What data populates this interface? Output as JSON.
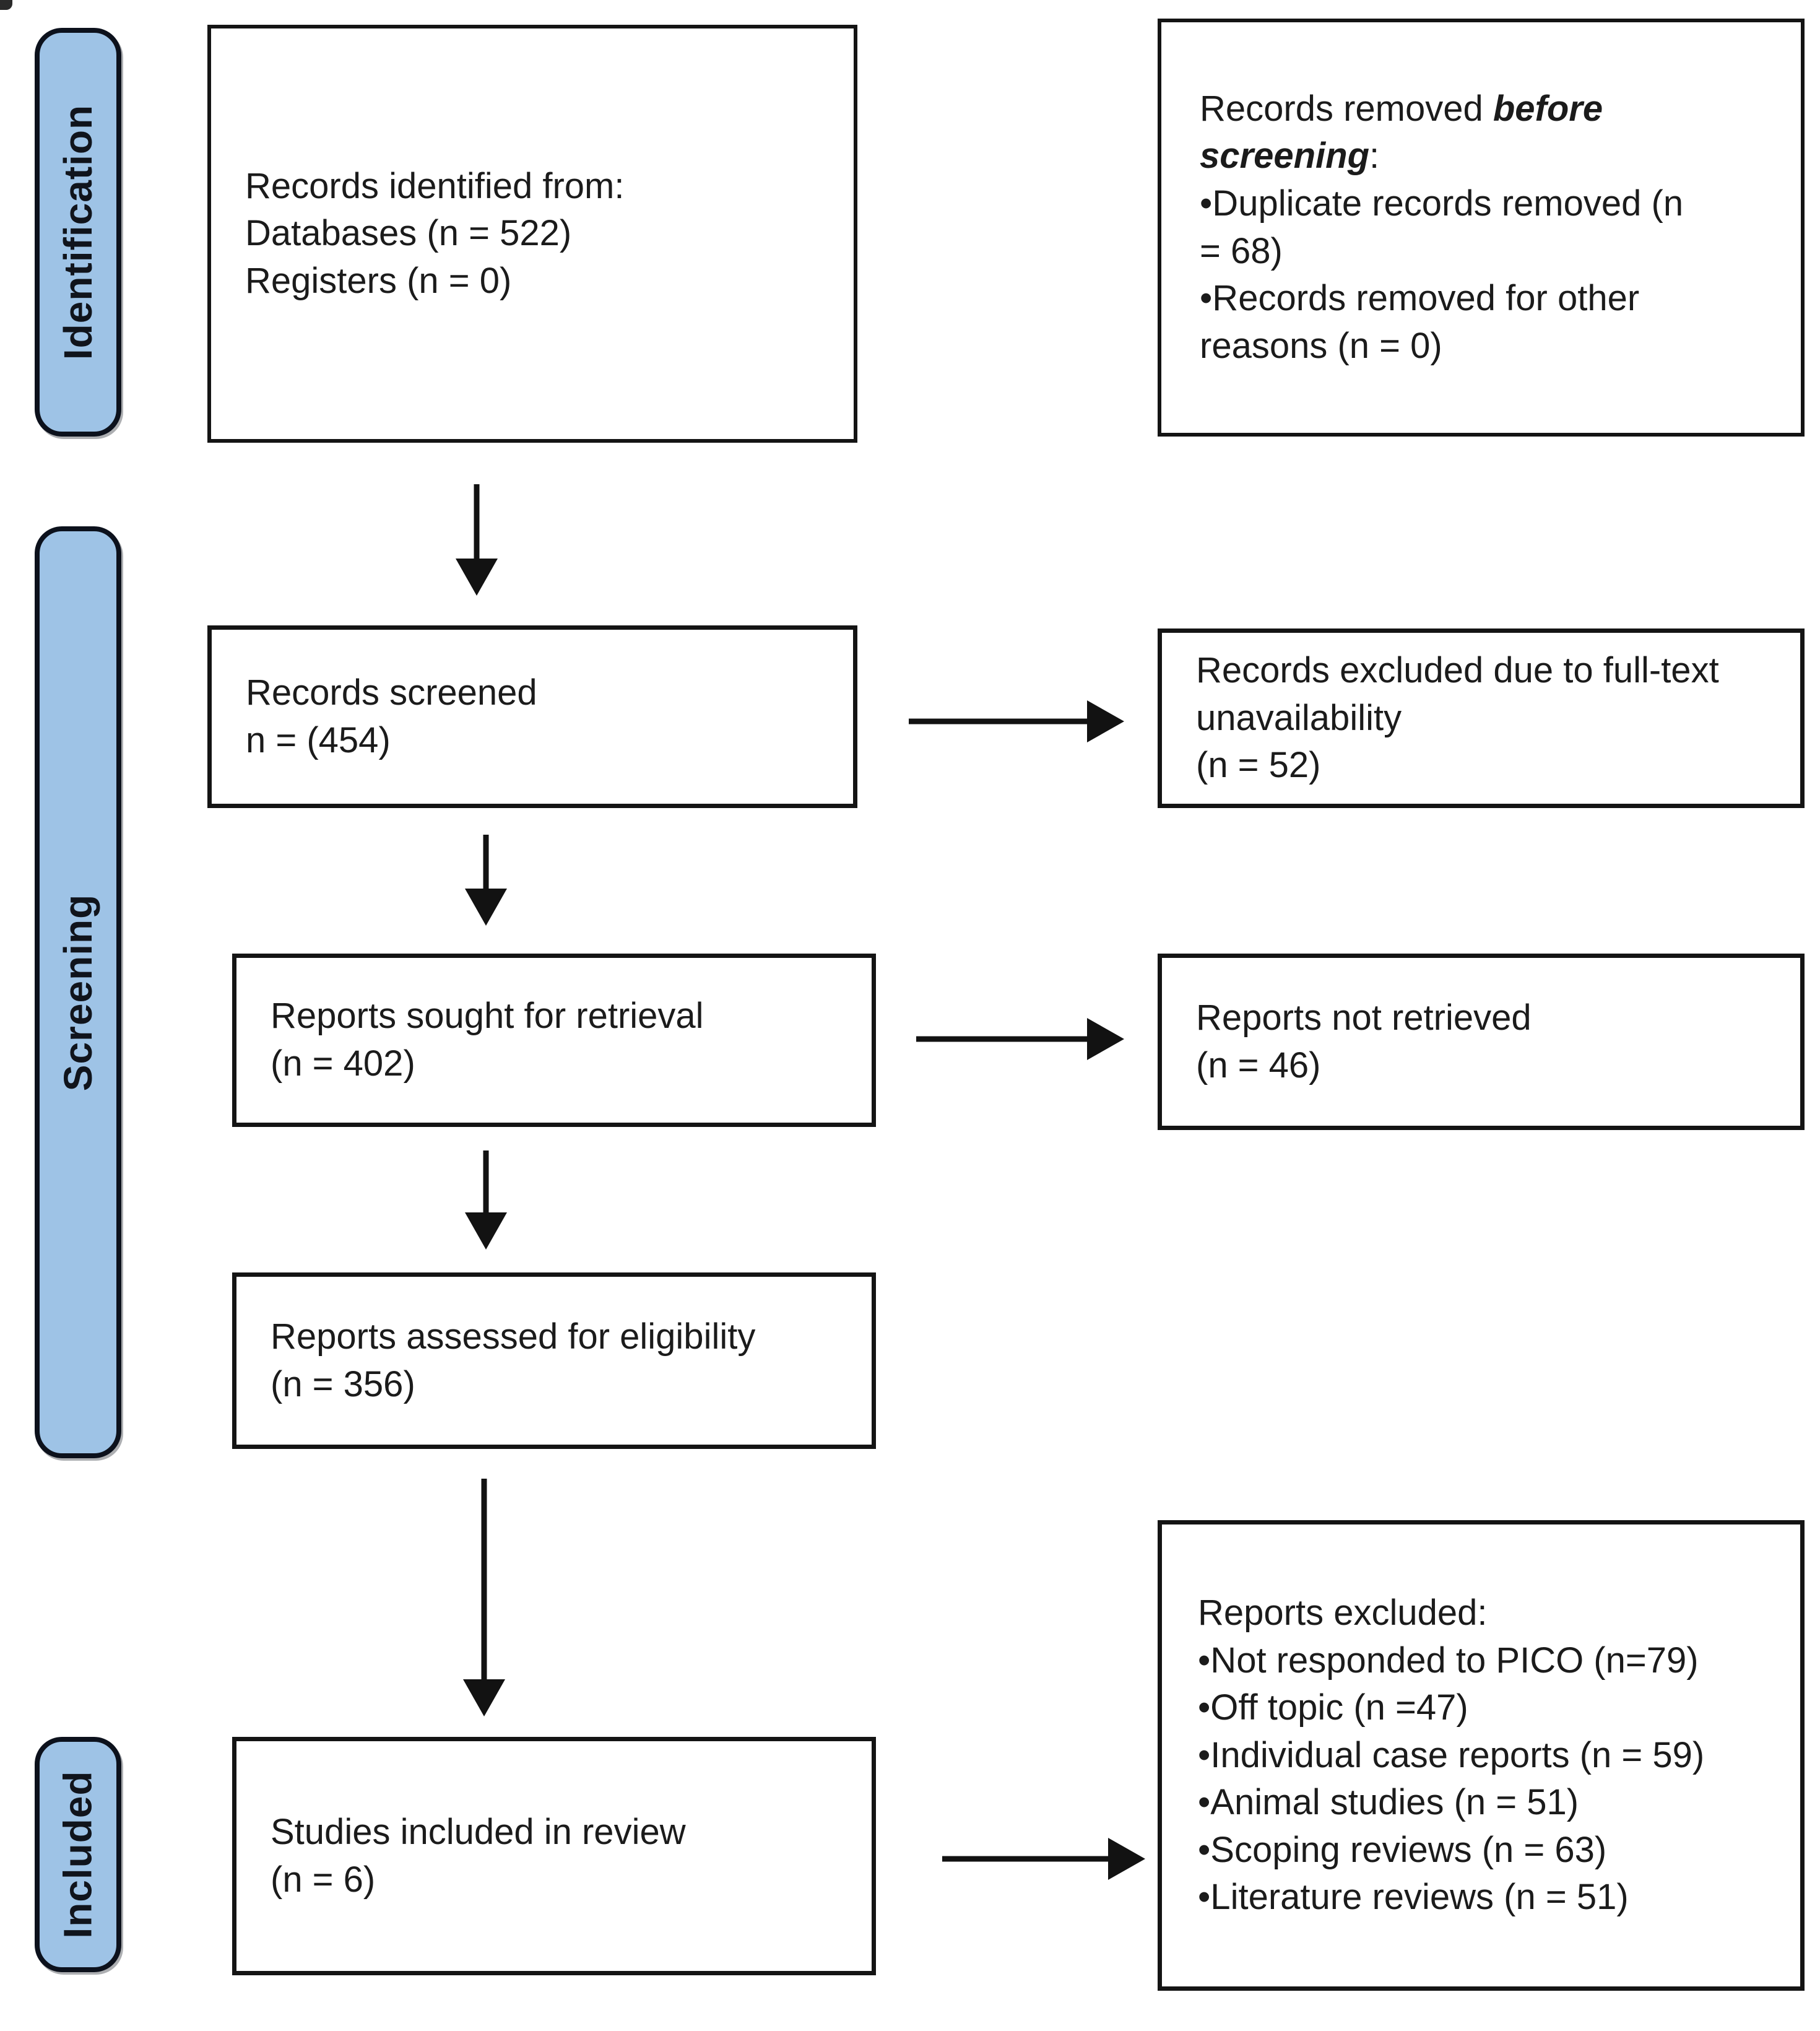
{
  "stages": {
    "identification": "Identification",
    "screening": "Screening",
    "included": "Included"
  },
  "boxes": {
    "identified": {
      "lines": [
        "Records identified from:",
        "Databases (n = 522)",
        "Registers (n = 0)"
      ]
    },
    "removed_before_screening": {
      "title_prefix": "Records removed ",
      "title_emphasis": "before screening",
      "title_suffix": ":",
      "items": [
        "Duplicate records removed (n = 68)",
        "Records removed for other reasons (n = 0)"
      ]
    },
    "screened": {
      "lines": [
        "Records screened",
        "n = (454)"
      ]
    },
    "excluded_fulltext": {
      "lines": [
        "Records excluded due to full-text unavailability",
        "(n = 52)"
      ]
    },
    "sought_retrieval": {
      "lines": [
        "Reports sought for retrieval",
        "(n = 402)"
      ]
    },
    "not_retrieved": {
      "lines": [
        "Reports not retrieved",
        "(n = 46)"
      ]
    },
    "assessed_eligibility": {
      "lines": [
        "Reports assessed for eligibility",
        "(n = 356)"
      ]
    },
    "included_review": {
      "lines": [
        "Studies included in review",
        "(n = 6)"
      ]
    },
    "reports_excluded": {
      "title": "Reports excluded:",
      "items": [
        "Not responded to PICO (n=79)",
        "Off topic (n =47)",
        "Individual case reports (n = 59)",
        "Animal studies (n = 51)",
        "Scoping reviews (n = 63)",
        "Literature reviews (n = 51)"
      ]
    }
  },
  "bullet_char": "•",
  "colors": {
    "stage_fill": "#9ec3e6",
    "stage_border": "#0c111c",
    "box_border": "#141414",
    "text": "#1b1b1b",
    "arrow": "#121212",
    "background": "#ffffff"
  }
}
